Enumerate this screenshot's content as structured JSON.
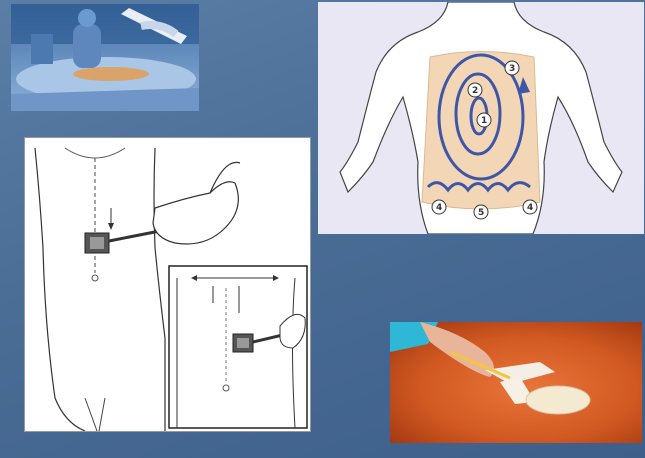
{
  "slide": {
    "background_color": "#4f74a0"
  },
  "panels": {
    "surgery_photo": {
      "icon": "surgery-photo"
    },
    "abdomen_diagram": {
      "pattern_color": "#3e56a8",
      "skin_color": "#f3d6b6",
      "step_labels": [
        "1",
        "2",
        "3",
        "4",
        "5",
        "4"
      ]
    },
    "prep_drawing": {
      "icon": "skin-prep-line-drawing"
    },
    "applicator_photo": {
      "icon": "swab-applicator-photo"
    }
  }
}
